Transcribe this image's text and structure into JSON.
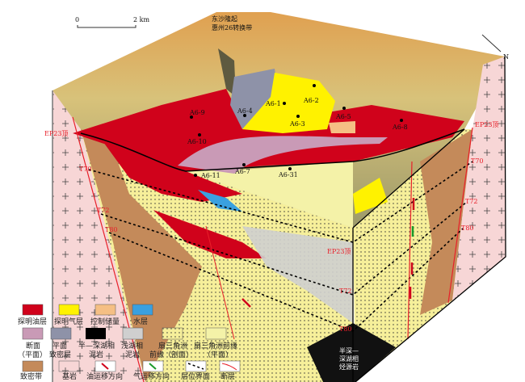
{
  "scale_bar": {
    "start": "0",
    "end": "2 km"
  },
  "north_label": "N",
  "region_labels": {
    "line1": "东沙隆起",
    "line2": "惠州26转换带"
  },
  "wells": [
    "A6-9",
    "A6-4",
    "A6-1",
    "A6-2",
    "A6-5",
    "A6-3",
    "A6-8",
    "A6-10",
    "A6-11",
    "A6-7",
    "A6-31"
  ],
  "horizons": {
    "ep23_top": "EP23顶",
    "t70": "T70",
    "t72": "T72",
    "t80": "T80"
  },
  "source_rock_label": {
    "line1": "半深—",
    "line2": "深湖相",
    "line3": "烃源岩"
  },
  "legend": [
    {
      "label": "探明油层",
      "color": "#d0021b"
    },
    {
      "label": "探明气层",
      "color": "#fff200"
    },
    {
      "label": "控制储量",
      "color": "#f5bf84"
    },
    {
      "label": "水层",
      "color": "#3aa0e0"
    },
    {
      "label": "断面",
      "label2": "（平面）",
      "color": "#c99ab6"
    },
    {
      "label": "平面",
      "label2": "致密层",
      "color": "#8e92a8"
    },
    {
      "label": "半—深湖相",
      "label2": "泥岩",
      "color": "#000000"
    },
    {
      "label": "浅湖相",
      "label2": "泥岩",
      "color": "#cfcfcf"
    },
    {
      "label": "扇三角洲",
      "label2": "前缘（剖面）",
      "color": "#f6ef9a"
    },
    {
      "label": "扇三角洲前缘",
      "label2": "（平面）",
      "color": "#f4f2a8"
    },
    {
      "label": "致密带",
      "color": "#c48a5a"
    },
    {
      "label": "基岩",
      "color": "#f6c9c9"
    },
    {
      "label": "油运移方向",
      "color": "#d0021b"
    },
    {
      "label": "气运移方向",
      "color": "#1a9a2a"
    },
    {
      "label": "层位界面",
      "color": "#000000"
    },
    {
      "label": "断层",
      "color": "#e8202a"
    }
  ]
}
